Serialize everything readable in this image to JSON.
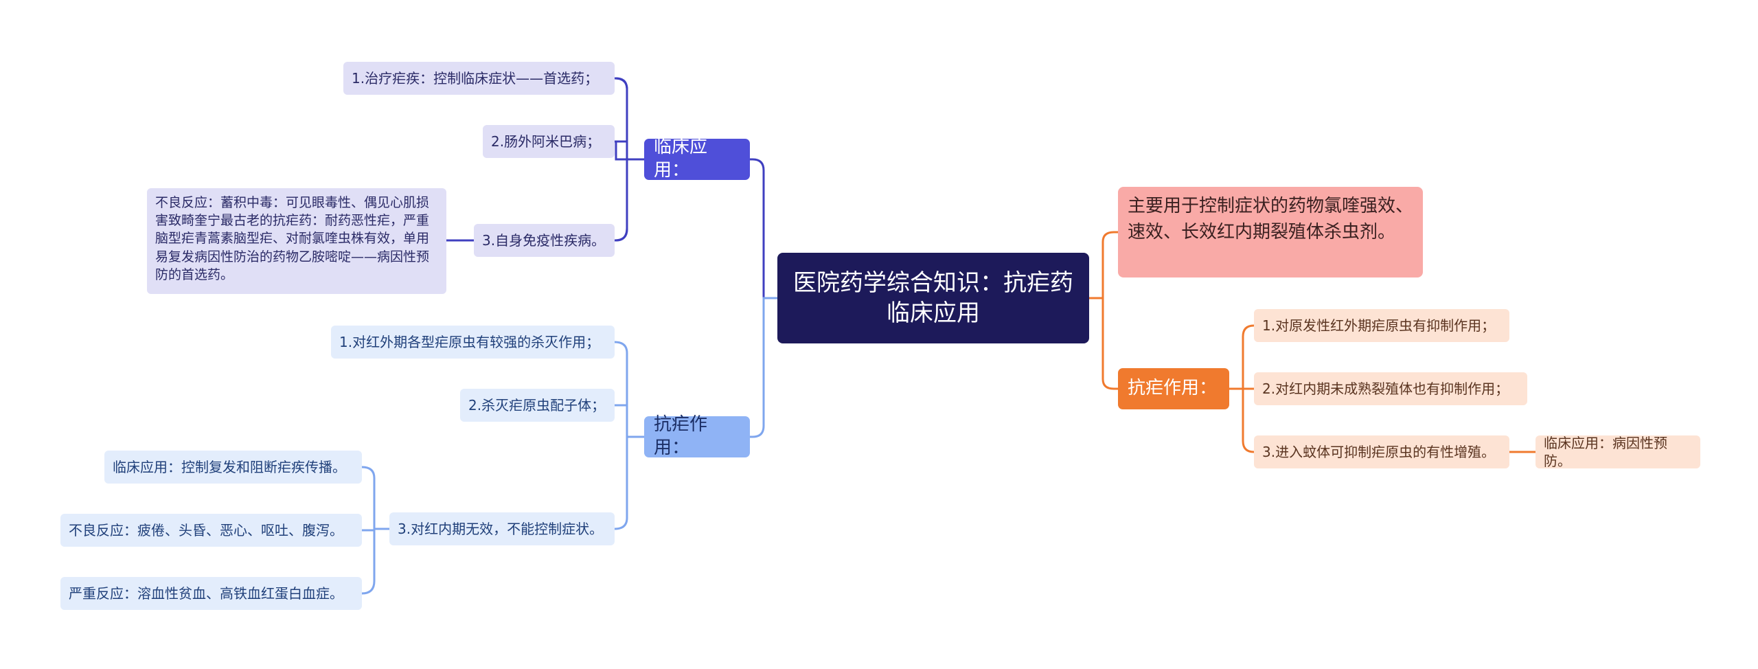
{
  "root": {
    "title": "医院药学综合知识：抗疟药临床应用"
  },
  "left": {
    "clinical": {
      "label": "临床应用：",
      "items": [
        "1.治疗疟疾：控制临床症状——首选药；",
        "2.肠外阿米巴病；",
        "3.自身免疫性疾病。"
      ],
      "note": "不良反应：蓄积中毒：可见眼毒性、偶见心肌损害致畸奎宁最古老的抗疟药：耐药恶性疟，严重脑型疟青蒿素脑型疟、对耐氯喹虫株有效，单用易复发病因性防治的药物乙胺嘧啶——病因性预防的首选药。"
    },
    "antimalarial": {
      "label": "抗疟作用：",
      "items": [
        "1.对红外期各型疟原虫有较强的杀灭作用；",
        "2.杀灭疟原虫配子体；",
        "3.对红内期无效，不能控制症状。"
      ],
      "subitems": [
        "临床应用：控制复发和阻断疟疾传播。",
        "不良反应：疲倦、头昏、恶心、呕吐、腹泻。",
        "严重反应：溶血性贫血、高铁血红蛋白血症。"
      ]
    }
  },
  "right": {
    "main": {
      "text": "主要用于控制症状的药物氯喹强效、速效、长效红内期裂殖体杀虫剂。"
    },
    "antimalarial": {
      "label": "抗疟作用：",
      "items": [
        "1.对原发性红外期疟原虫有抑制作用；",
        "2.对红内期未成熟裂殖体也有抑制作用；",
        "3.进入蚊体可抑制疟原虫的有性增殖。"
      ],
      "subitem": "临床应用：病因性预防。"
    }
  },
  "colors": {
    "root": "#1d1a5a",
    "clinical": "#4f4fd9",
    "anti_left": "#8fb3f5",
    "anti_right": "#f07a2e",
    "main_right": "#f9aaa7"
  }
}
